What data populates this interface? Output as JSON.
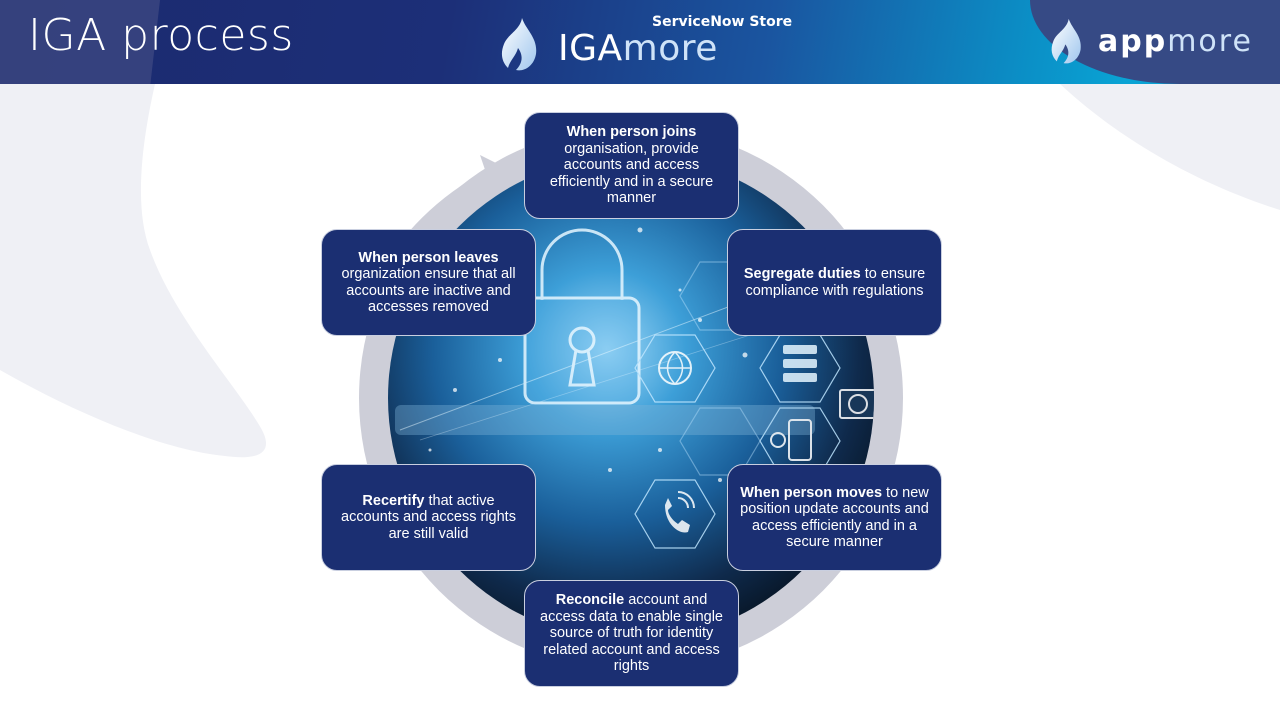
{
  "header": {
    "title": "IGA process",
    "center_brand": {
      "store_label": "ServiceNow Store",
      "name_primary": "IGA",
      "name_secondary": "more"
    },
    "right_brand": {
      "name_primary": "app",
      "name_secondary": "more"
    }
  },
  "diagram": {
    "center_image": "cyber-security-padlock-hexagon-icons",
    "icons": [
      "padlock-icon",
      "globe-icon",
      "server-icon",
      "camera-icon",
      "mobile-settings-icon",
      "phone-call-icon"
    ],
    "steps": [
      {
        "id": "joins",
        "bold": "When person joins",
        "text": "organisation, provide accounts and access efficiently and in a  secure manner"
      },
      {
        "id": "segregate",
        "bold": "Segregate duties",
        "text": " to ensure compliance with regulations"
      },
      {
        "id": "moves",
        "bold": "When person moves",
        "text": " to new position update accounts and access efficiently and in a secure manner"
      },
      {
        "id": "reconcile",
        "bold": "Reconcile",
        "text": " account and access data to enable single source of truth for identity related account and access rights"
      },
      {
        "id": "recertify",
        "bold": "Recertify",
        "text": " that active accounts and access rights are still valid"
      },
      {
        "id": "leaves",
        "bold": "When person leaves",
        "text": "organization ensure that all accounts are inactive and accesses removed"
      }
    ]
  },
  "colors": {
    "box_fill": "#1b2f72",
    "ring": "#cdced8",
    "header_dark": "#1c2f78",
    "header_cyan": "#0aa3d4",
    "bg_shape": "#eff0f5"
  }
}
